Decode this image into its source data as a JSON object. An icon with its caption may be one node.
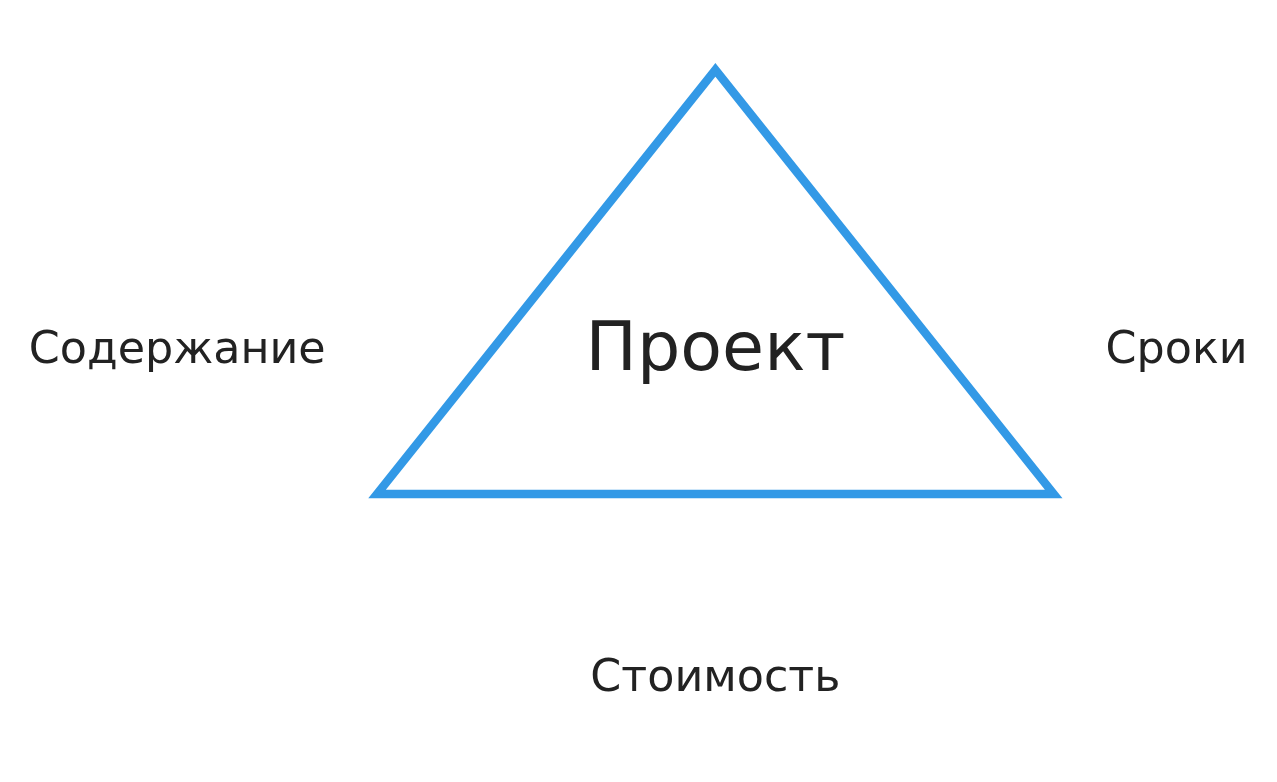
{
  "diagram": {
    "nodes": [
      {
        "text": [
          "Проект"
        ]
      }
    ],
    "labels": [
      "Содержание",
      "Сроки",
      "Стоимость"
    ]
  }
}
